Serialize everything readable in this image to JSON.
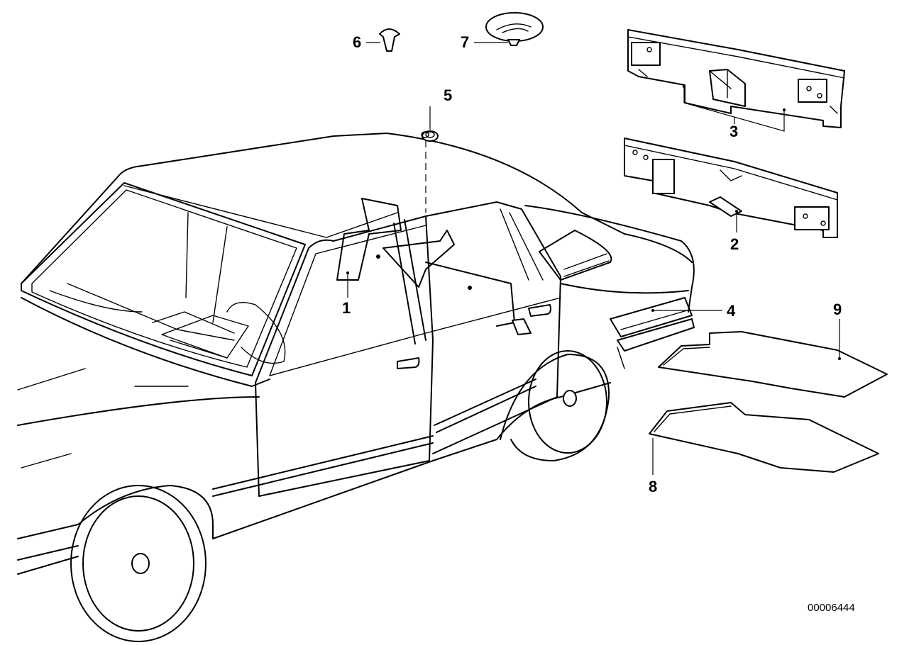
{
  "callouts": {
    "c1": "1",
    "c2": "2",
    "c3": "3",
    "c4": "4",
    "c5": "5",
    "c6": "6",
    "c7": "7",
    "c8": "8",
    "c9": "9"
  },
  "diagram_id": "00006444"
}
